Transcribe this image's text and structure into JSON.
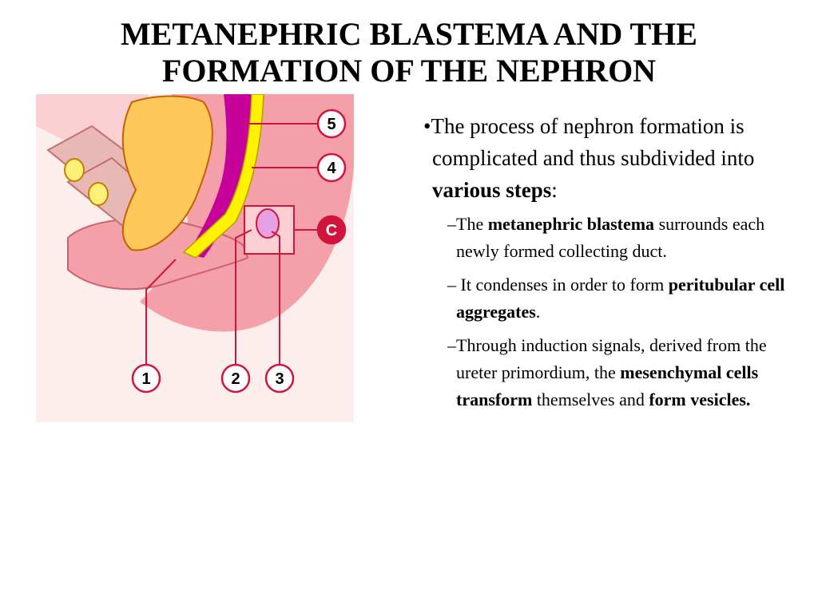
{
  "title": {
    "line1": "METANEPHRIC BLASTEMA AND THE",
    "line2": "FORMATION OF THE NEPHRON"
  },
  "figure": {
    "labels": {
      "l1": "1",
      "l2": "2",
      "l3": "3",
      "l4": "4",
      "l5": "5",
      "lc": "C"
    },
    "colors": {
      "pink_outer": "#f4a0a8",
      "pink_light": "#fbd0d3",
      "yellow_orange": "#ffc85a",
      "yellow": "#fff200",
      "magenta": "#c8009a",
      "red": "#d2143c",
      "lavender": "#e6a0e6"
    }
  },
  "bullets": {
    "main": {
      "bullet": "•",
      "text1": "The process of nephron formation is complicated and thus subdivided into ",
      "bold": "various steps",
      "text2": ":"
    },
    "sub1": {
      "prefix": "–The ",
      "bold": "metanephric blastema",
      "text": " surrounds each newly formed collecting duct."
    },
    "sub2": {
      "prefix": "– It condenses in order to form ",
      "bold": "peritubular cell aggregates",
      "suffix": "."
    },
    "sub3": {
      "prefix": "–Through induction signals, derived from the ureter primordium, the ",
      "bold1": "mesenchymal cells transform",
      "middle": " themselves and ",
      "bold2": "form vesicles."
    }
  }
}
